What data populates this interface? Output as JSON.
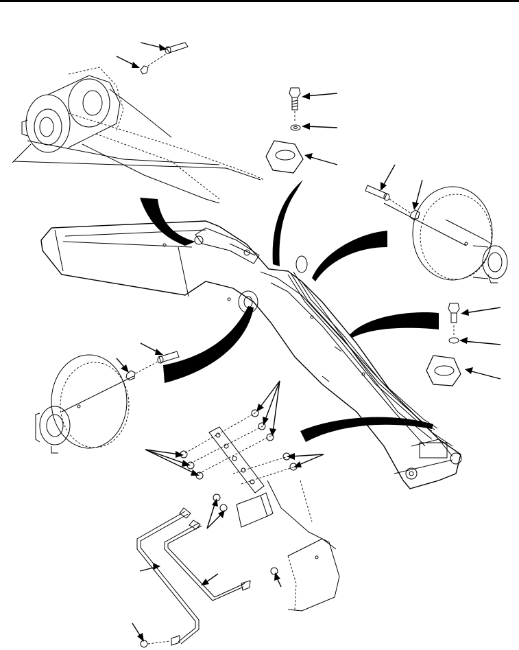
{
  "drawing": {
    "type": "exploded-parts-illustration",
    "subject": "boom-and-pulley-assembly",
    "line_color": "#000000",
    "background": "#ffffff"
  },
  "callouts": [
    {
      "id": "arrow-pin-top"
    },
    {
      "id": "arrow-nut-top"
    },
    {
      "id": "arrow-bolt-upper"
    },
    {
      "id": "arrow-washer-upper"
    },
    {
      "id": "arrow-clamp-upper"
    },
    {
      "id": "arrow-pin-right"
    },
    {
      "id": "arrow-nut-right"
    },
    {
      "id": "arrow-bolt-lower"
    },
    {
      "id": "arrow-washer-lower"
    },
    {
      "id": "arrow-clamp-lower"
    },
    {
      "id": "arrow-pin-left"
    },
    {
      "id": "arrow-nut-left"
    },
    {
      "id": "arrow-plate-nuts-right"
    },
    {
      "id": "arrow-plate-nuts-left"
    },
    {
      "id": "arrow-plate-nuts-lower"
    },
    {
      "id": "arrow-tube-fittings"
    },
    {
      "id": "arrow-tube-a"
    },
    {
      "id": "arrow-tube-b"
    },
    {
      "id": "arrow-fitting-bottom"
    },
    {
      "id": "arrow-fitting-right"
    }
  ]
}
